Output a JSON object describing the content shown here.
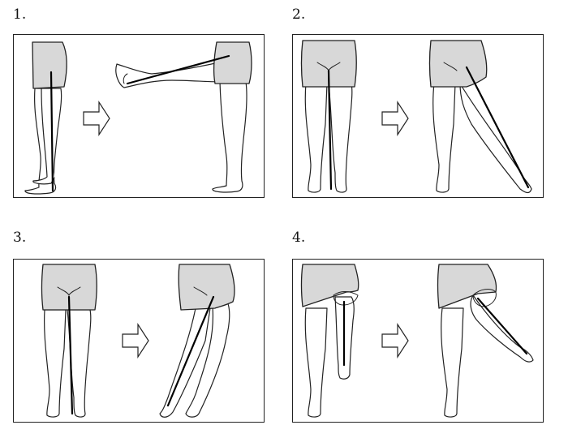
{
  "panels": [
    {
      "label": "1.",
      "move": "hip-flexion-side-view"
    },
    {
      "label": "2.",
      "move": "hip-abduction"
    },
    {
      "label": "3.",
      "move": "hip-adduction"
    },
    {
      "label": "4.",
      "move": "hip-abduction-with-knee-flexion"
    }
  ],
  "colors": {
    "shorts": "#d8d8d8",
    "outline": "#222222",
    "axis": "#000000"
  }
}
